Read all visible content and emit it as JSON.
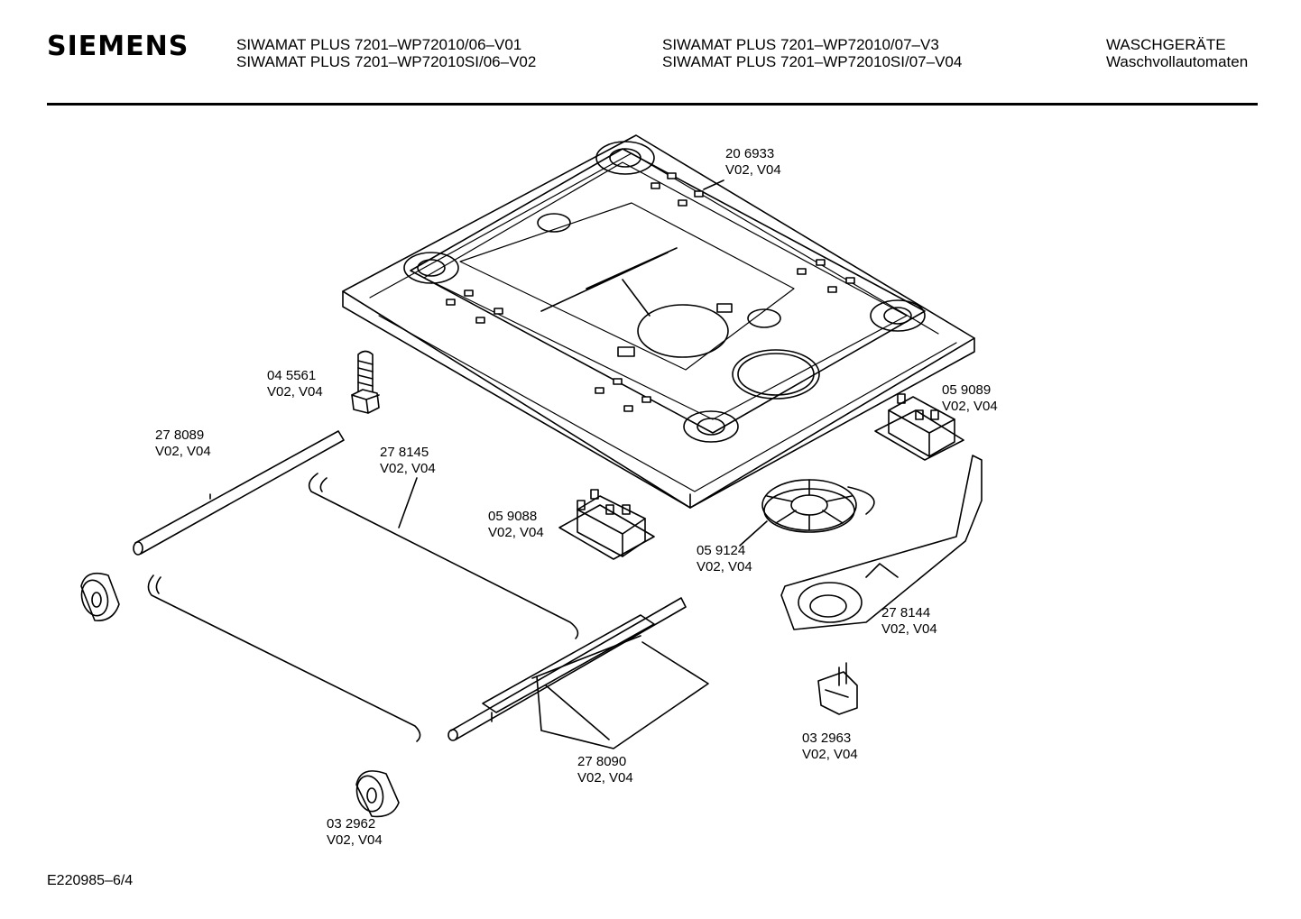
{
  "header": {
    "brand": "SIEMENS",
    "model_col1": [
      "SIWAMAT PLUS 7201–WP72010/06–V01",
      "SIWAMAT PLUS 7201–WP72010SI/06–V02"
    ],
    "model_col2": [
      "SIWAMAT PLUS 7201–WP72010/07–V3",
      "SIWAMAT PLUS 7201–WP72010SI/07–V04"
    ],
    "category": [
      "WASCHGERÄTE",
      "Waschvollautomaten"
    ]
  },
  "parts": [
    {
      "number": "20 6933",
      "variants": "V02, V04"
    },
    {
      "number": "04 5561",
      "variants": "V02, V04"
    },
    {
      "number": "27 8089",
      "variants": "V02, V04"
    },
    {
      "number": "27 8145",
      "variants": "V02, V04"
    },
    {
      "number": "05 9088",
      "variants": "V02, V04"
    },
    {
      "number": "05 9089",
      "variants": "V02, V04"
    },
    {
      "number": "05 9124",
      "variants": "V02, V04"
    },
    {
      "number": "27 8144",
      "variants": "V02, V04"
    },
    {
      "number": "27 8090",
      "variants": "V02, V04"
    },
    {
      "number": "03 2963",
      "variants": "V02, V04"
    },
    {
      "number": "03 2962",
      "variants": "V02, V04"
    }
  ],
  "footer": {
    "drawing_id": "E220985–6/4"
  }
}
